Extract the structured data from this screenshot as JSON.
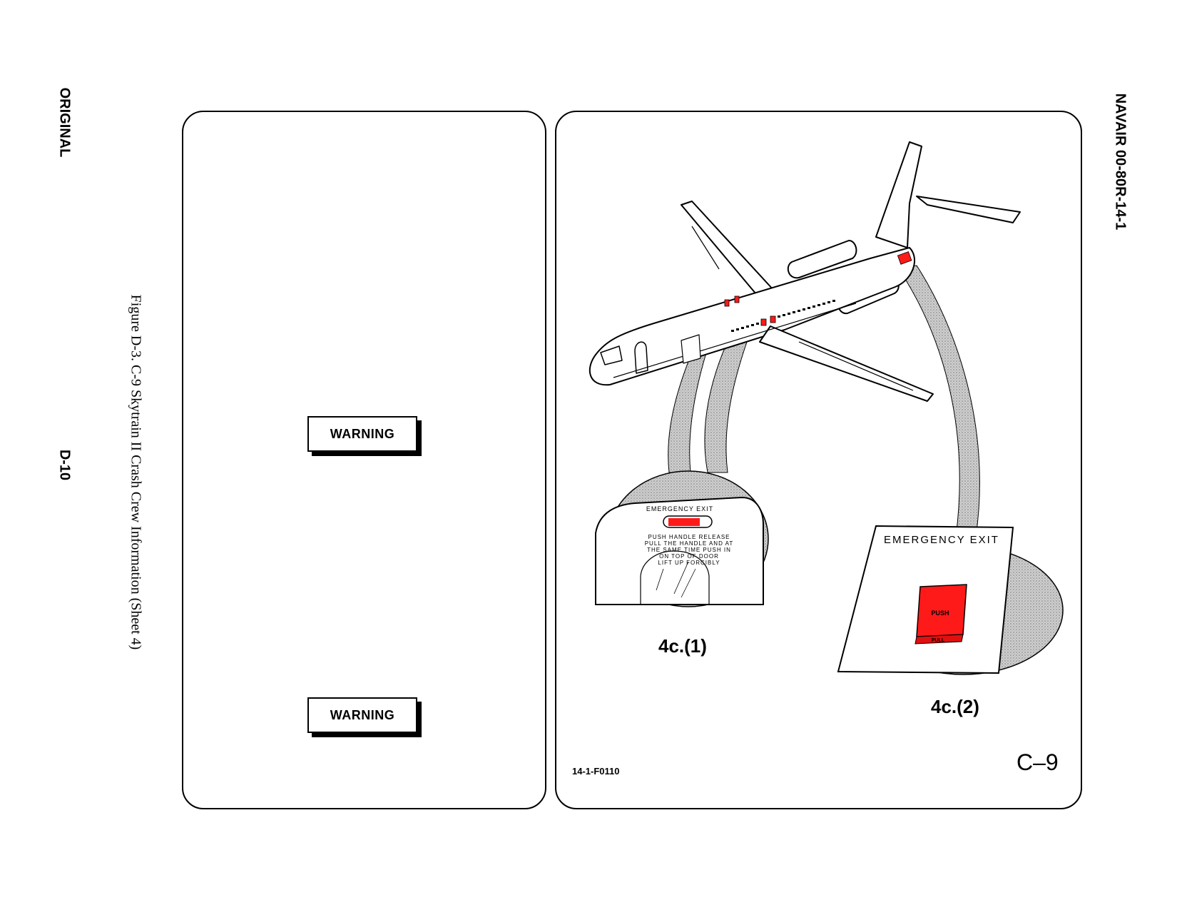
{
  "page": {
    "left_margin_label": "ORIGINAL",
    "page_number": "D-10",
    "figure_caption": "Figure D-3.  C-9 Skytrain II Crash Crew Information (Sheet 4)",
    "document_number": "NAVAIR 00-80R-14-1"
  },
  "left_panel": {
    "warnings": [
      "WARNING",
      "WARNING"
    ]
  },
  "right_panel": {
    "callout_1": "4c.(1)",
    "callout_2": "4c.(2)",
    "aircraft_label": "C–9",
    "figure_id": "14-1-F0110",
    "door_panel": {
      "title": "EMERGENCY EXIT",
      "instructions": [
        "PUSH HANDLE RELEASE",
        "PULL THE HANDLE AND AT",
        "THE SAME TIME PUSH IN",
        "ON TOP OF DOOR",
        "LIFT UP FORCIBLY"
      ]
    },
    "hatch_panel": {
      "title": "EMERGENCY EXIT",
      "handle_top": "PUSH",
      "handle_bottom": "PULL"
    }
  },
  "colors": {
    "highlight": "#ff1a1a",
    "stipple": "#bdbdbd"
  }
}
